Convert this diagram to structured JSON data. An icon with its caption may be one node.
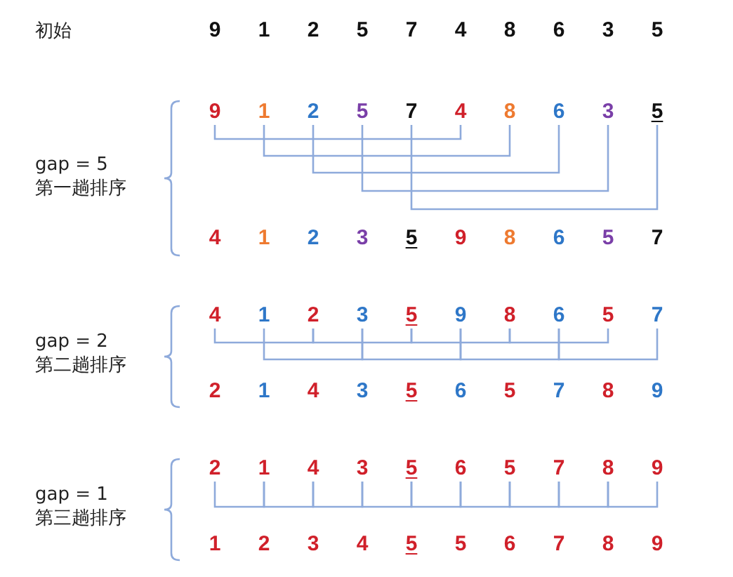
{
  "diagram": {
    "nodes": [
      {
        "text": [
          "9"
        ]
      },
      {
        "text": [
          "1"
        ]
      },
      {
        "text": [
          "2"
        ]
      },
      {
        "text": [
          "5"
        ]
      },
      {
        "text": [
          "7"
        ]
      },
      {
        "text": [
          "4"
        ]
      },
      {
        "text": [
          "8"
        ]
      },
      {
        "text": [
          "6"
        ]
      },
      {
        "text": [
          "3"
        ]
      },
      {
        "text": [
          "5"
        ]
      },
      {
        "text": [
          "4"
        ]
      },
      {
        "text": [
          "1"
        ]
      },
      {
        "text": [
          "2"
        ]
      },
      {
        "text": [
          "3"
        ]
      },
      {
        "text": [
          "5"
        ]
      },
      {
        "text": [
          "9"
        ]
      },
      {
        "text": [
          "8"
        ]
      },
      {
        "text": [
          "6"
        ]
      },
      {
        "text": [
          "5"
        ]
      },
      {
        "text": [
          "7"
        ]
      },
      {
        "text": [
          "2"
        ]
      },
      {
        "text": [
          "1"
        ]
      },
      {
        "text": [
          "4"
        ]
      },
      {
        "text": [
          "3"
        ]
      },
      {
        "text": [
          "5"
        ]
      },
      {
        "text": [
          "6"
        ]
      },
      {
        "text": [
          "5"
        ]
      },
      {
        "text": [
          "7"
        ]
      },
      {
        "text": [
          "8"
        ]
      },
      {
        "text": [
          "9"
        ]
      }
    ],
    "edges": [
      {
        "from": 0,
        "to": 5,
        "arrow": "none"
      },
      {
        "from": 1,
        "to": 6,
        "arrow": "none"
      },
      {
        "from": 2,
        "to": 7,
        "arrow": "none"
      },
      {
        "from": 3,
        "to": 8,
        "arrow": "none"
      },
      {
        "from": 4,
        "to": 9,
        "arrow": "none"
      },
      {
        "from": 10,
        "to": 12,
        "arrow": "none"
      },
      {
        "from": 12,
        "to": 14,
        "arrow": "none"
      },
      {
        "from": 14,
        "to": 16,
        "arrow": "none"
      },
      {
        "from": 16,
        "to": 18,
        "arrow": "none"
      },
      {
        "from": 11,
        "to": 13,
        "arrow": "none"
      },
      {
        "from": 13,
        "to": 15,
        "arrow": "none"
      },
      {
        "from": 15,
        "to": 17,
        "arrow": "none"
      },
      {
        "from": 17,
        "to": 19,
        "arrow": "none"
      },
      {
        "from": 20,
        "to": 21,
        "arrow": "none"
      },
      {
        "from": 21,
        "to": 22,
        "arrow": "none"
      },
      {
        "from": 22,
        "to": 23,
        "arrow": "none"
      },
      {
        "from": 23,
        "to": 24,
        "arrow": "none"
      },
      {
        "from": 24,
        "to": 25,
        "arrow": "none"
      },
      {
        "from": 25,
        "to": 26,
        "arrow": "none"
      },
      {
        "from": 26,
        "to": 27,
        "arrow": "none"
      },
      {
        "from": 27,
        "to": 28,
        "arrow": "none"
      },
      {
        "from": 28,
        "to": 29,
        "arrow": "none"
      }
    ],
    "labels": [
      "初始",
      "9",
      "1",
      "2",
      "5",
      "7",
      "4",
      "8",
      "6",
      "3",
      "5",
      "gap = 5",
      "第一趟排序",
      "4",
      "1",
      "2",
      "3",
      "5",
      "9",
      "8",
      "6",
      "5",
      "7",
      "gap = 2",
      "第二趟排序",
      "2",
      "1",
      "4",
      "3",
      "5",
      "6",
      "5",
      "7",
      "8",
      "9",
      "gap = 1",
      "第三趟排序",
      "1",
      "2",
      "3",
      "4",
      "5",
      "5",
      "6",
      "7",
      "8",
      "9"
    ]
  }
}
